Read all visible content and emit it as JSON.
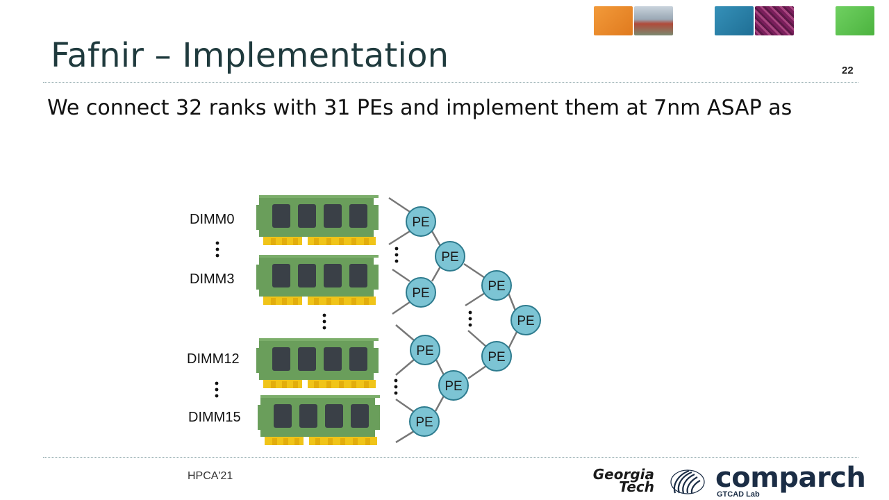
{
  "slide": {
    "title": "Fafnir – Implementation",
    "number": "22",
    "subtitle": "We connect 32 ranks with 31 PEs and implement them at 7nm ASAP as"
  },
  "diagram": {
    "dimm_labels": [
      "DIMM0",
      "DIMM3",
      "DIMM12",
      "DIMM15"
    ],
    "pe_label": "PE",
    "colors": {
      "pcb": "#6a9e5b",
      "chip": "#3a4047",
      "pins": "#f0c419",
      "pe_fill": "#7cc4d4",
      "pe_stroke": "#2d7b8e",
      "wire": "#777777"
    }
  },
  "footer": {
    "conference": "HPCA'21",
    "logo_gt_line1": "Georgia",
    "logo_gt_line2": "Tech",
    "logo_name": "comparch",
    "logo_sub": "GTCAD Lab"
  },
  "top_thumbnails": [
    {
      "name": "orange-thumbnail",
      "color": "#ee8a2a"
    },
    {
      "name": "campus-photo-thumbnail",
      "color": "#9aa8b5"
    },
    {
      "name": "blue-thumbnail",
      "color": "#2a7fa6"
    },
    {
      "name": "circuit-photo-thumbnail",
      "color": "#8a2a6a"
    },
    {
      "name": "green-thumbnail",
      "color": "#5cc34f"
    }
  ]
}
